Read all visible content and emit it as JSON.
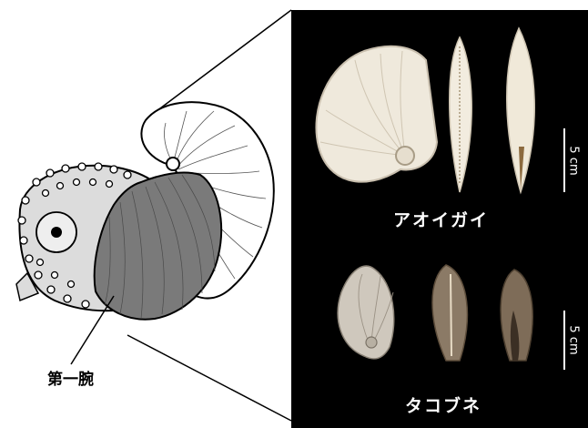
{
  "labels": {
    "species_1": "アオイガイ",
    "species_2": "タコブネ",
    "arm": "第一腕",
    "scale_1": "5 cm",
    "scale_2": "5 cm"
  },
  "colors": {
    "panel_background": "#000000",
    "web_membrane": "#7a7a7a",
    "octopus_body": "#dcdcdc",
    "argonauta_argo_shell": "#efe9dc",
    "argonauta_hians_shell": "#8b7a66"
  }
}
